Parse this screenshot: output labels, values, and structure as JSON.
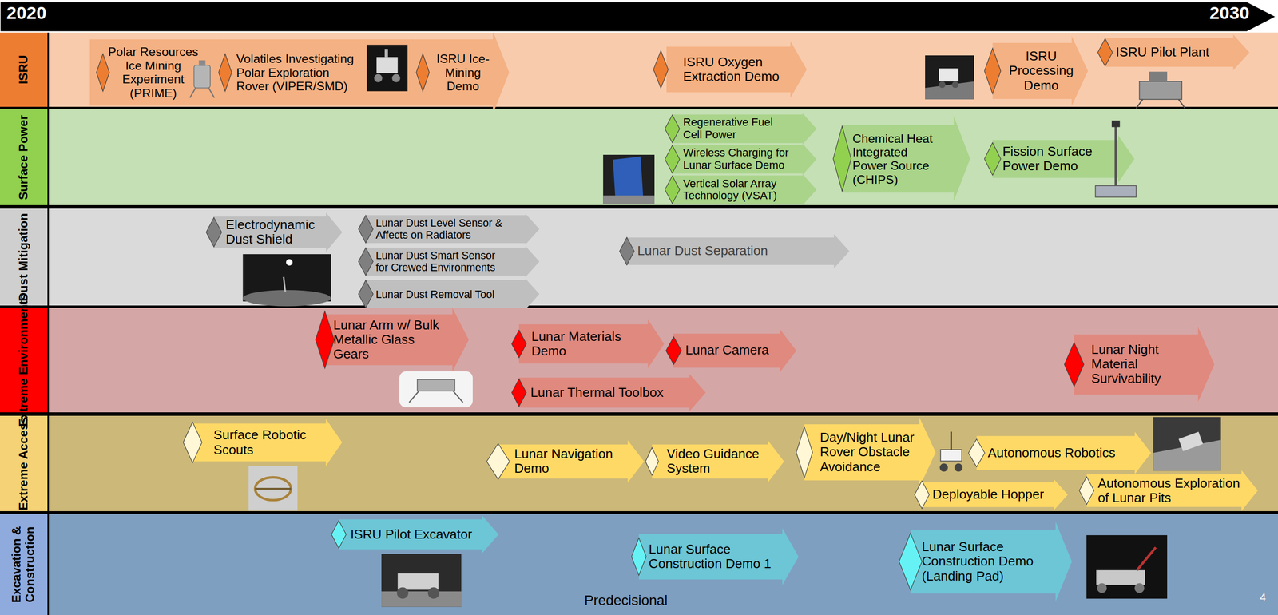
{
  "diagram": {
    "nodes": [
      {
        "text": [
          "ISRU"
        ]
      },
      {
        "text": [
          "Polar Resources Ice Mining Experiment (PRIME)"
        ],
        "in": 0
      },
      {
        "text": [
          "Volatiles Investigating Polar Exploration Rover (VIPER/SMD)"
        ],
        "in": 0
      },
      {
        "text": [
          "ISRU Ice-Mining Demo"
        ],
        "in": 0
      },
      {
        "text": [
          "ISRU Oxygen Extraction Demo"
        ],
        "in": 0
      },
      {
        "text": [
          "ISRU Processing Demo"
        ],
        "in": 0
      },
      {
        "text": [
          "ISRU Pilot Plant"
        ],
        "in": 0
      },
      {
        "text": [
          "Surface Power"
        ]
      },
      {
        "text": [
          "Regenerative Fuel Cell Power"
        ],
        "in": 7
      },
      {
        "text": [
          "Wireless Charging for Lunar Surface Demo"
        ],
        "in": 7
      },
      {
        "text": [
          "Vertical Solar Array Technology (VSAT)"
        ],
        "in": 7
      },
      {
        "text": [
          "Chemical Heat Integrated Power Source (CHIPS)"
        ],
        "in": 7
      },
      {
        "text": [
          "Fission Surface Power Demo"
        ],
        "in": 7
      },
      {
        "text": [
          "Dust Mitigation"
        ]
      },
      {
        "text": [
          "Electrodynamic Dust Shield"
        ],
        "in": 13
      },
      {
        "text": [
          "Lunar Dust Level Sensor & Affects on Radiators"
        ],
        "in": 13
      },
      {
        "text": [
          "Lunar Dust Smart Sensor for Crewed Environments"
        ],
        "in": 13
      },
      {
        "text": [
          "Lunar Dust Removal Tool"
        ],
        "in": 13
      },
      {
        "text": [
          "Lunar Dust Separation"
        ],
        "in": 13
      },
      {
        "text": [
          "Extreme Environments"
        ]
      },
      {
        "text": [
          "Lunar Arm w/ Bulk Metallic Glass Gears"
        ],
        "in": 19
      },
      {
        "text": [
          "Lunar Materials Demo"
        ],
        "in": 19
      },
      {
        "text": [
          "Lunar Camera"
        ],
        "in": 19
      },
      {
        "text": [
          "Lunar Thermal Toolbox"
        ],
        "in": 19
      },
      {
        "text": [
          "Lunar Night Material Survivability"
        ],
        "in": 19
      },
      {
        "text": [
          "Extreme Access"
        ]
      },
      {
        "text": [
          "Surface Robotic Scouts"
        ],
        "in": 25
      },
      {
        "text": [
          "Lunar Navigation Demo"
        ],
        "in": 25
      },
      {
        "text": [
          "Video Guidance System"
        ],
        "in": 25
      },
      {
        "text": [
          "Day/Night Lunar Rover Obstacle Avoidance"
        ],
        "in": 25
      },
      {
        "text": [
          "Autonomous Robotics"
        ],
        "in": 25
      },
      {
        "text": [
          "Deployable Hopper"
        ],
        "in": 25
      },
      {
        "text": [
          "Autonomous Exploration of Lunar Pits"
        ],
        "in": 25
      },
      {
        "text": [
          "Excavation & Construction"
        ]
      },
      {
        "text": [
          "ISRU Pilot Excavator"
        ],
        "in": 33
      },
      {
        "text": [
          "Lunar Surface Construction Demo 1"
        ],
        "in": 33
      },
      {
        "text": [
          "Lunar Surface Construction Demo (Landing Pad)"
        ],
        "in": 33
      }
    ],
    "labels": [
      "2020",
      "2030",
      "Predecisional",
      "4"
    ]
  }
}
